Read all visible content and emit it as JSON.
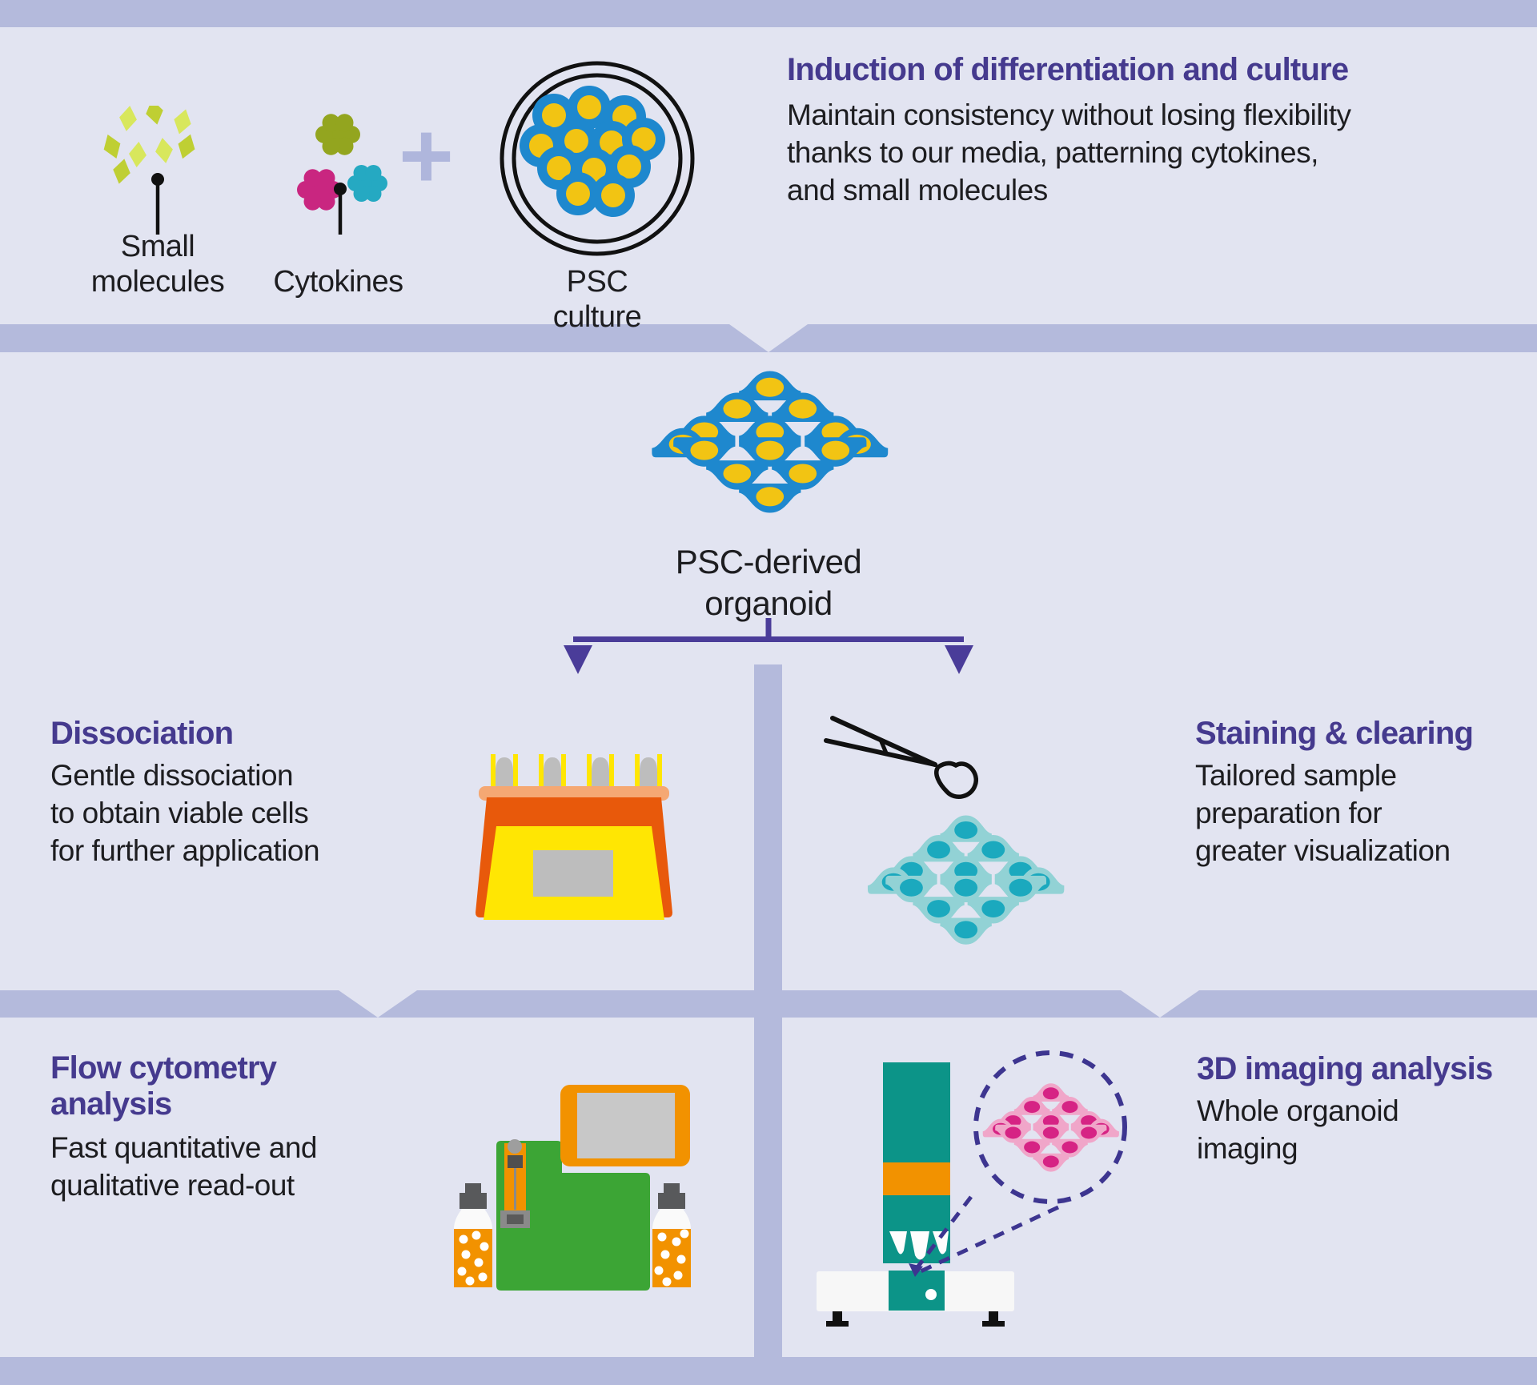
{
  "palette": {
    "background": "#E2E4F1",
    "band": "#B4BADC",
    "heading_purple": "#453A8E",
    "arrow_purple": "#4A3C99",
    "text_black": "#1D1D20",
    "cell_blue": "#1E88CE",
    "cell_nucleus_yellow": "#F2C413",
    "stained_cell_teal": "#92D2D5",
    "stained_nucleus_teal": "#1BA9BE",
    "imaged_cell_pink": "#F0A6C9",
    "imaged_nucleus_magenta": "#D62384",
    "machine_orange": "#E8590B",
    "machine_yellow": "#FFE603",
    "instrument_green": "#3CA535",
    "instrument_orange": "#F29200",
    "microscope_teal": "#0C9488"
  },
  "top": {
    "small_molecules": {
      "label_lines": [
        "Small",
        "molecules"
      ]
    },
    "cytokines": {
      "label": "Cytokines"
    },
    "plus": "+",
    "psc_culture": {
      "label": "PSC culture"
    },
    "heading": {
      "title": "Induction of differentiation and culture",
      "body_lines": [
        "Maintain consistency without losing flexibility",
        "thanks to our media, patterning cytokines,",
        "and small molecules"
      ]
    }
  },
  "organoid": {
    "label_lines": [
      "PSC-derived",
      "organoid"
    ]
  },
  "sections": {
    "dissociation": {
      "title": "Dissociation",
      "body_lines": [
        "Gentle dissociation",
        "to obtain viable cells",
        "for further application"
      ]
    },
    "staining": {
      "title": "Staining & clearing",
      "body_lines": [
        "Tailored sample",
        "preparation for",
        "greater visualization"
      ]
    },
    "flow_cytometry": {
      "title_lines": [
        "Flow cytometry",
        "analysis"
      ],
      "body_lines": [
        "Fast quantitative and",
        "qualitative read-out"
      ]
    },
    "imaging_3d": {
      "title": "3D imaging analysis",
      "body_lines": [
        "Whole organoid",
        "imaging"
      ]
    }
  }
}
